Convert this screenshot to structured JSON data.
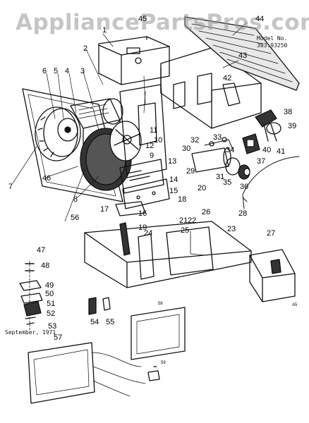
{
  "watermark": "AppliancePartsPros.com",
  "model": {
    "label": "Model No.",
    "number": "303.93250"
  },
  "date_note": "September, 1971",
  "part_labels": [
    "1",
    "2",
    "3",
    "4",
    "5",
    "6",
    "7",
    "8",
    "9",
    "10",
    "11",
    "12",
    "13",
    "14",
    "15",
    "16",
    "17",
    "18",
    "19",
    "20",
    "21",
    "22",
    "23",
    "24",
    "25",
    "26",
    "27",
    "28",
    "29",
    "30",
    "31",
    "32",
    "33",
    "34",
    "35",
    "36",
    "37",
    "38",
    "39",
    "40",
    "41",
    "42",
    "43",
    "44",
    "45",
    "46",
    "47",
    "48",
    "49",
    "50",
    "51",
    "52",
    "53",
    "54",
    "55",
    "56",
    "57",
    "58",
    "59"
  ],
  "corner_mark": "A5",
  "colors": {
    "ink": "#111111",
    "paper": "#ffffff",
    "watermark": "#969696"
  }
}
